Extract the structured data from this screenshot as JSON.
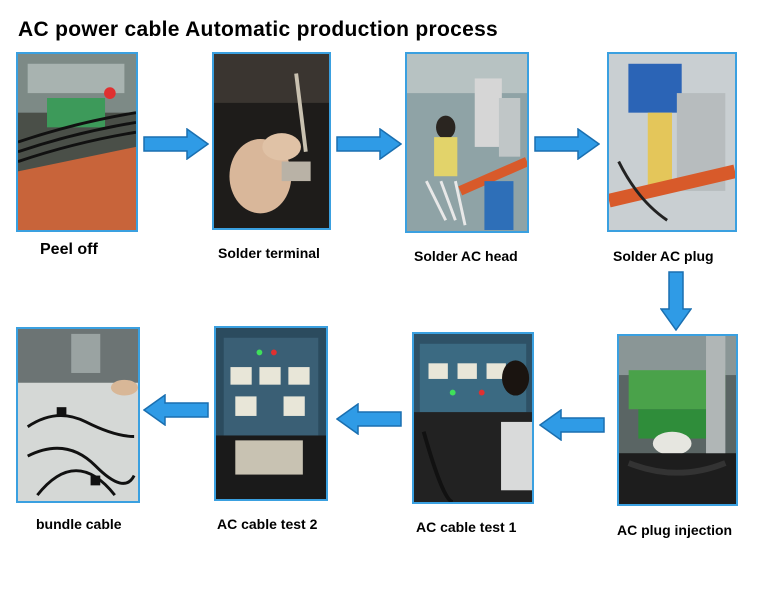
{
  "title": "AC power cable  Automatic production  process",
  "steps": [
    {
      "label": "Peel off",
      "photo": "peel-off-photo"
    },
    {
      "label": "Solder terminal",
      "photo": "solder-terminal-photo"
    },
    {
      "label": "Solder AC head",
      "photo": "solder-ac-head-photo"
    },
    {
      "label": "Solder AC plug",
      "photo": "solder-ac-plug-photo"
    },
    {
      "label": "AC plug injection",
      "photo": "ac-plug-injection-photo"
    },
    {
      "label": "AC cable test 1",
      "photo": "ac-cable-test-1-photo"
    },
    {
      "label": "AC cable test 2",
      "photo": "ac-cable-test-2-photo"
    },
    {
      "label": "bundle cable",
      "photo": "bundle-cable-photo"
    }
  ],
  "colors": {
    "photo_border": "#3aa0e0",
    "arrow_fill": "#2f9be6",
    "arrow_stroke": "#1a6fb0"
  }
}
